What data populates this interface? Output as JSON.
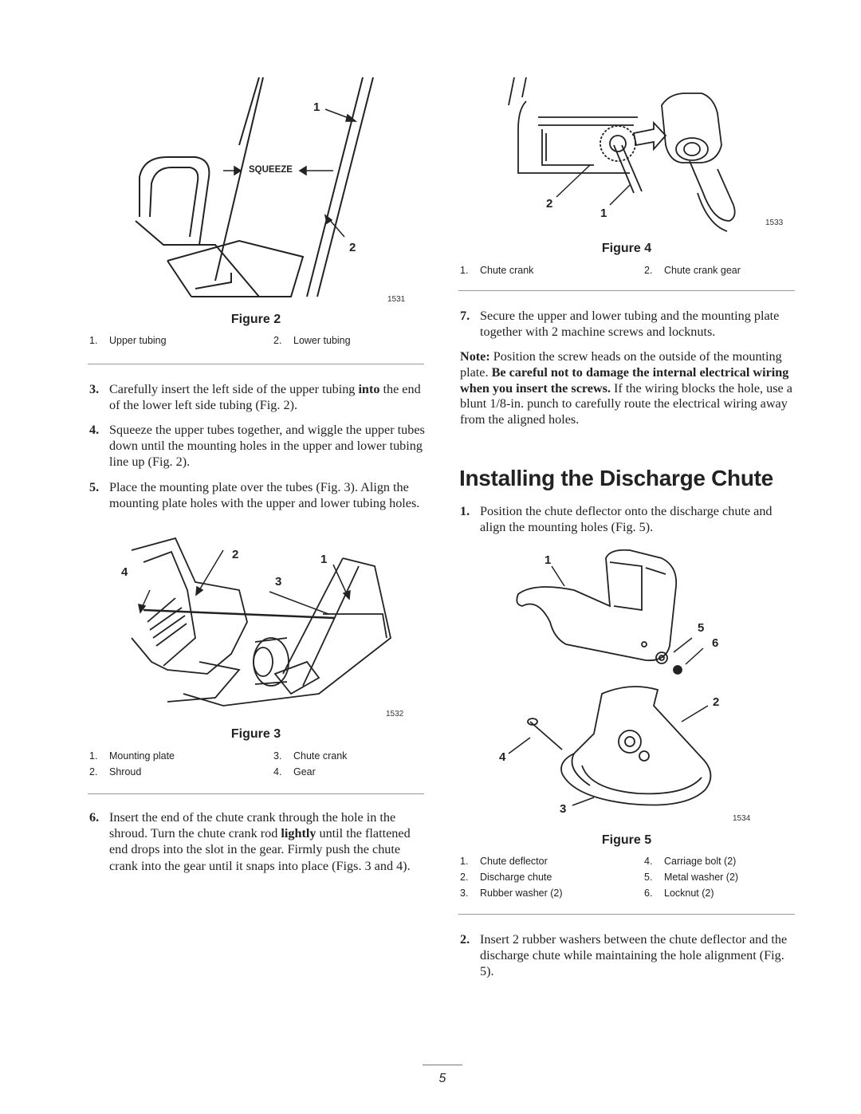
{
  "figures": {
    "fig2": {
      "caption": "Figure 2",
      "drawing_number": "1531",
      "callouts": [
        "1",
        "2"
      ],
      "squeeze_label": "SQUEEZE",
      "legend": [
        {
          "num": "1.",
          "label": "Upper tubing"
        },
        {
          "num": "2.",
          "label": "Lower tubing"
        }
      ]
    },
    "fig3": {
      "caption": "Figure 3",
      "drawing_number": "1532",
      "callouts": [
        "2",
        "1",
        "4",
        "3"
      ],
      "legend": [
        {
          "num": "1.",
          "label": "Mounting plate"
        },
        {
          "num": "3.",
          "label": "Chute crank"
        },
        {
          "num": "2.",
          "label": "Shroud"
        },
        {
          "num": "4.",
          "label": "Gear"
        }
      ]
    },
    "fig4": {
      "caption": "Figure 4",
      "drawing_number": "1533",
      "callouts": [
        "2",
        "1"
      ],
      "legend": [
        {
          "num": "1.",
          "label": "Chute crank"
        },
        {
          "num": "2.",
          "label": "Chute crank gear"
        }
      ]
    },
    "fig5": {
      "caption": "Figure 5",
      "drawing_number": "1534",
      "callouts": [
        "1",
        "5",
        "6",
        "2",
        "4",
        "3"
      ],
      "legend": [
        {
          "num": "1.",
          "label": "Chute deflector"
        },
        {
          "num": "4.",
          "label": "Carriage bolt (2)"
        },
        {
          "num": "2.",
          "label": "Discharge chute"
        },
        {
          "num": "5.",
          "label": "Metal washer (2)"
        },
        {
          "num": "3.",
          "label": "Rubber washer (2)"
        },
        {
          "num": "6.",
          "label": "Locknut (2)"
        }
      ]
    }
  },
  "left_steps": [
    {
      "num": "3.",
      "parts": [
        "Carefully insert the left side of the upper tubing ",
        "into",
        " the end of the lower left side tubing (Fig. 2)."
      ]
    },
    {
      "num": "4.",
      "text": "Squeeze the upper tubes together, and wiggle the upper tubes down until the mounting holes in the upper and lower tubing line up (Fig. 2)."
    },
    {
      "num": "5.",
      "text": "Place the mounting plate over the tubes (Fig. 3). Align the mounting plate holes with the upper and lower tubing holes."
    },
    {
      "num": "6.",
      "parts": [
        "Insert the end of the chute crank through the hole in the shroud. Turn the chute crank rod ",
        "lightly",
        " until the flattened end drops into the slot in the gear. Firmly push the chute crank into the gear until it snaps into place (Figs. 3 and 4)."
      ]
    }
  ],
  "right_steps": [
    {
      "num": "7.",
      "text": "Secure the upper and lower tubing and the mounting plate together with 2 machine screws and locknuts."
    },
    {
      "num": "1.",
      "text": "Position the chute deflector onto the discharge chute and align the mounting holes (Fig. 5)."
    },
    {
      "num": "2.",
      "text": "Insert 2 rubber washers between the chute deflector and the discharge chute while maintaining the hole alignment (Fig. 5)."
    }
  ],
  "note": {
    "label": "Note:",
    "text1": " Position the screw heads on the outside of the mounting plate. ",
    "bold": "Be careful not to damage the internal electrical wiring when you insert the screws.",
    "text2": " If the wiring blocks the hole, use a blunt 1/8-in. punch to carefully route the electrical wiring away from the aligned holes."
  },
  "section_heading": "Installing the Discharge Chute",
  "page_number": "5"
}
